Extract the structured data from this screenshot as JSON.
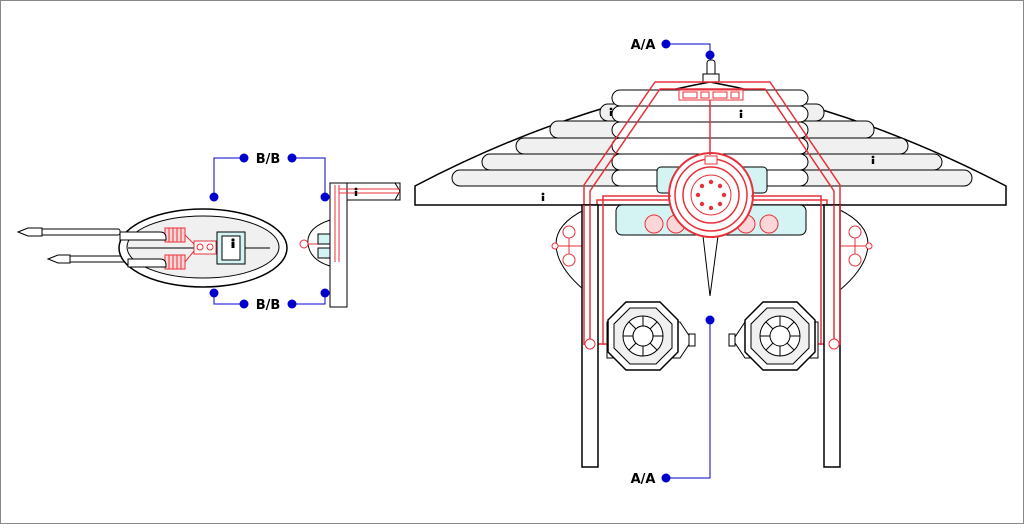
{
  "labels": {
    "aa_top": "A/A",
    "aa_bottom": "A/A",
    "bb_top": "B/B",
    "bb_bottom": "B/B"
  },
  "colors": {
    "outline": "#000000",
    "pipe": "#e8303a",
    "section_marker": "#0000cc",
    "glass": "#d4f4f4",
    "hull_fill": "#f0f0f0",
    "light_fill": "#fdd7d7"
  },
  "icons": [
    "person-icon",
    "turbine-icon",
    "reactor-icon",
    "antenna-icon"
  ]
}
